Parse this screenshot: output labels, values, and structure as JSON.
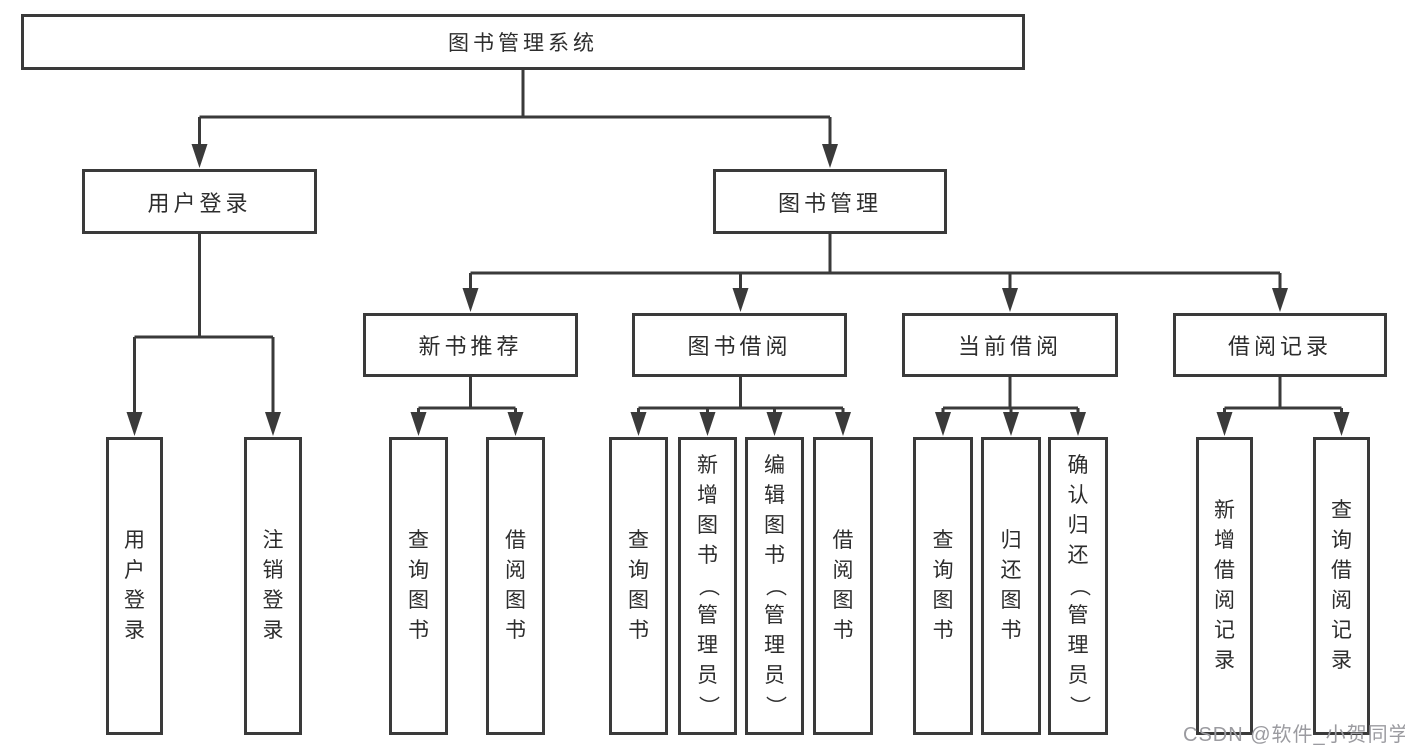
{
  "tree": {
    "root": "图书管理系统",
    "children": [
      {
        "label": "用户登录",
        "children": [
          "用户登录",
          "注销登录"
        ]
      },
      {
        "label": "图书管理",
        "children": [
          {
            "label": "新书推荐",
            "children": [
              "查询图书",
              "借阅图书"
            ]
          },
          {
            "label": "图书借阅",
            "children": [
              "查询图书",
              "新增图书（管理员）",
              "编辑图书（管理员）",
              "借阅图书"
            ]
          },
          {
            "label": "当前借阅",
            "children": [
              "查询图书",
              "归还图书",
              "确认归还（管理员）"
            ]
          },
          {
            "label": "借阅记录",
            "children": [
              "新增借阅记录",
              "查询借阅记录"
            ]
          }
        ]
      }
    ]
  },
  "watermark": {
    "text": "CSDN @软件_小贺同学"
  },
  "colors": {
    "line": "#3a3a3a",
    "text": "#2d2d2d",
    "background": "#ffffff",
    "watermark": "#9b9ba0"
  }
}
